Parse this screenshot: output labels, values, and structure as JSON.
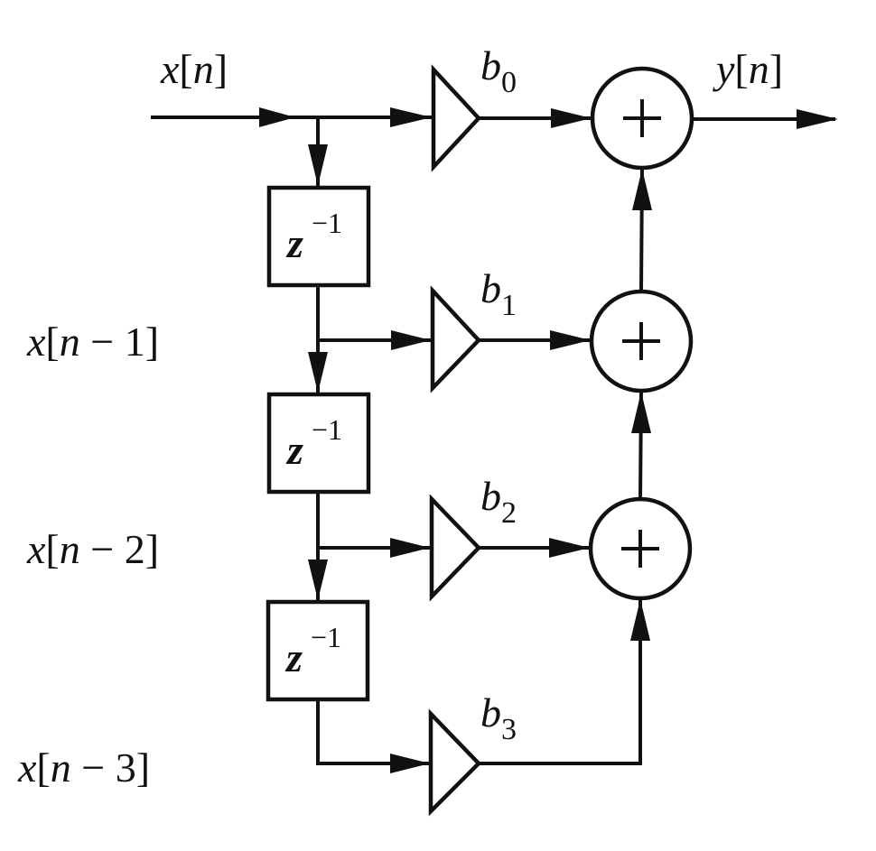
{
  "diagram": {
    "title": "FIR filter direct form (3rd order)",
    "input": {
      "var": "x",
      "index": "n"
    },
    "output": {
      "var": "y",
      "index": "n"
    },
    "delay_label": {
      "base": "z",
      "exponent": "−1"
    },
    "delay_count": 3,
    "taps": [
      {
        "signal": {
          "var": "x",
          "index": "n",
          "offset": ""
        },
        "gain": {
          "base": "b",
          "subscript": "0"
        }
      },
      {
        "signal": {
          "var": "x",
          "index": "n",
          "offset": "− 1"
        },
        "gain": {
          "base": "b",
          "subscript": "1"
        }
      },
      {
        "signal": {
          "var": "x",
          "index": "n",
          "offset": "− 2"
        },
        "gain": {
          "base": "b",
          "subscript": "2"
        }
      },
      {
        "signal": {
          "var": "x",
          "index": "n",
          "offset": "− 3"
        },
        "gain": {
          "base": "b",
          "subscript": "3"
        }
      }
    ],
    "adder_symbol": "+",
    "stroke_color": "#111111",
    "background_color": "#ffffff"
  }
}
